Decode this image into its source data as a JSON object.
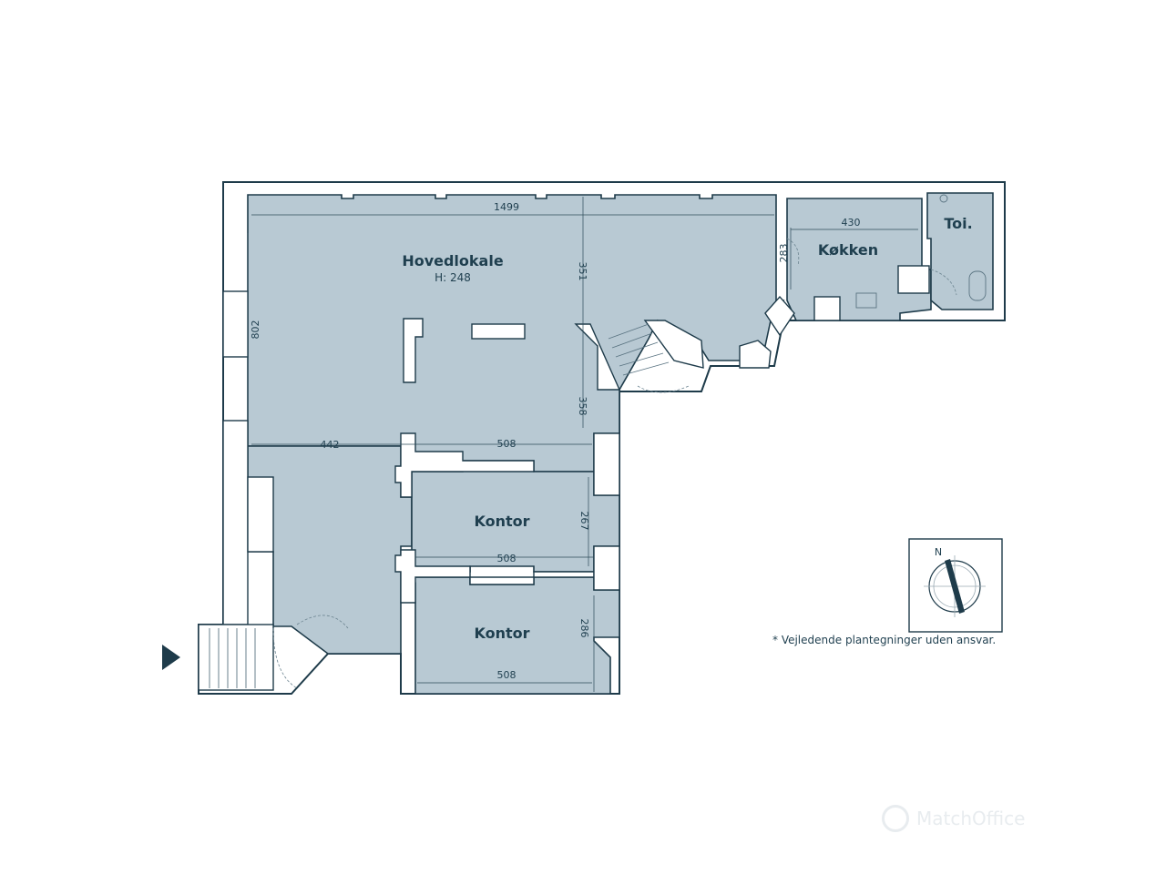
{
  "rooms": {
    "main": {
      "name": "Hovedlokale",
      "height": "H: 248"
    },
    "kitchen": {
      "name": "Køkken"
    },
    "toilet": {
      "name": "Toi."
    },
    "office_1": {
      "name": "Kontor"
    },
    "office_2": {
      "name": "Kontor"
    }
  },
  "dimensions": {
    "main_width": "1499",
    "main_depth_upper": "351",
    "main_depth_lower": "358",
    "left_wall": "802",
    "main_lower_width": "442",
    "office1_top_width": "508",
    "office1_depth": "267",
    "office2_top_width": "508",
    "office2_depth": "286",
    "office2_bottom_width": "508",
    "kitchen_width": "430",
    "kitchen_depth": "283"
  },
  "compass": {
    "north_label": "N"
  },
  "disclaimer": "* Vejledende plantegninger uden ansvar.",
  "watermark": "MatchOffice",
  "colors": {
    "floor": "#b8c9d3",
    "walls": "#1e3b4a",
    "text": "#1f3f4f"
  }
}
